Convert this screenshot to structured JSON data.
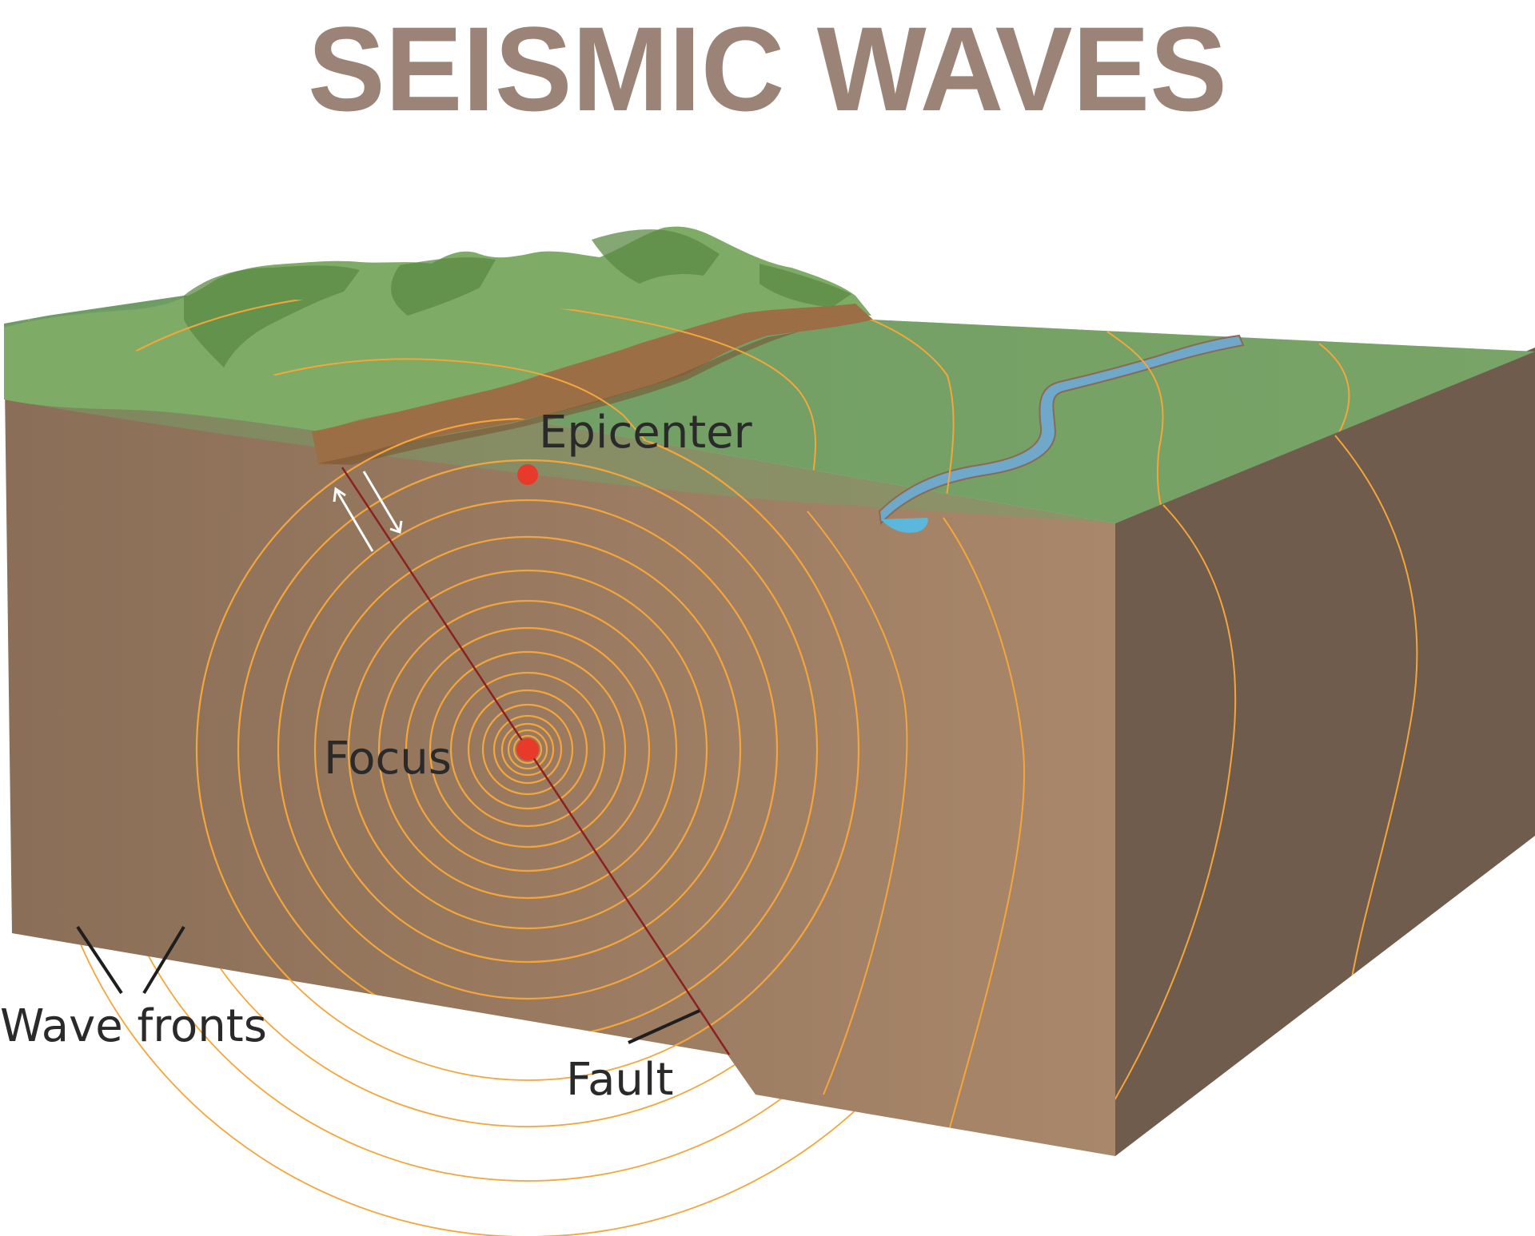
{
  "title": "SEISMIC WAVES",
  "labels": {
    "epicenter": "Epicenter",
    "focus": "Focus",
    "wave_fronts": "Wave fronts",
    "fault": "Fault"
  },
  "colors": {
    "title": "#9c8377",
    "soil_front": "#9a7d63",
    "soil_side": "#705c4c",
    "grass": "#6f9b6a",
    "grass_light": "#7fb06a",
    "mountain_dark": "#5b8a45",
    "escarpment": "#9c6e45",
    "river": "#6fa8c8",
    "wave_front": "#f5a63b",
    "fault_line": "#8b2020",
    "focus_dot": "#e83a2a",
    "label": "#2a2a2a"
  },
  "icons": {
    "focus": "red-dot-focus",
    "epicenter": "red-dot-epicenter",
    "fault_motion": "opposing-white-arrows"
  }
}
